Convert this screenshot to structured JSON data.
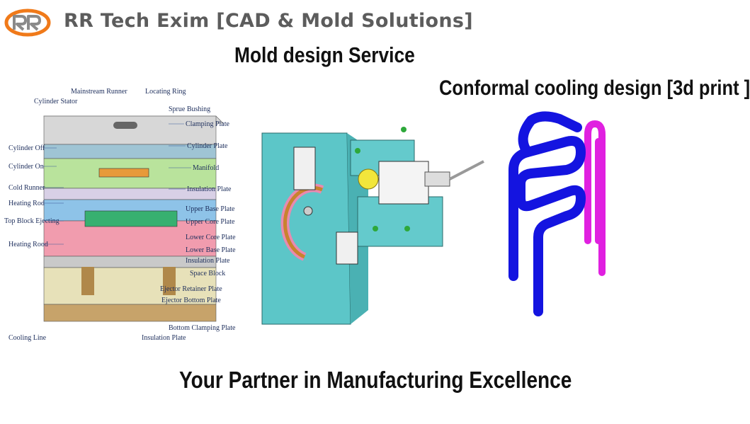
{
  "header": {
    "logo_icon": "rr-logo-icon",
    "brand": "RR Tech Exim [CAD & Mold Solutions]",
    "accent_color": "#f07a1a"
  },
  "mold_section": {
    "title": "Mold design Service",
    "labels": {
      "mainstream_runner": "Mainstream Runner",
      "locating_ring": "Locating Ring",
      "cylinder_stator": "Cylinder Stator",
      "sprue_bushing": "Sprue Bushing",
      "clamping_plate": "Clamping Plate",
      "cylinder_off": "Cylinder Off",
      "cylinder_plate": "Cylinder Plate",
      "cylinder_on": "Cylinder On",
      "manifold": "Manifold",
      "cold_runner": "Cold Runner",
      "insulation_plate": "Insulation Plate",
      "heating_rod": "Heating Rod",
      "upper_base_plate": "Upper Base Plate",
      "top_block_ejecting": "Top Block Ejecting",
      "upper_core_plate": "Upper Core Plate",
      "lower_core_plate": "Lower Core Plate",
      "heating_rood": "Heating Rood",
      "lower_base_plate": "Lower Base Plate",
      "insulation_plate_2": "Insulation Plate",
      "space_block": "Space Block",
      "ejector_retainer_plate": "Ejector Retainer Plate",
      "ejector_bottom_plate": "Ejector Bottom Plate",
      "bottom_clamping_plate": "Bottom Clamping Plate",
      "cooling_line": "Cooling Line",
      "insulation_plate_3": "Insulation Plate"
    }
  },
  "cooling_section": {
    "title": "Conformal cooling design [3d print ]",
    "channel_colors": [
      "#1414e0",
      "#e020e0"
    ]
  },
  "tagline": "Your Partner in Manufacturing Excellence"
}
